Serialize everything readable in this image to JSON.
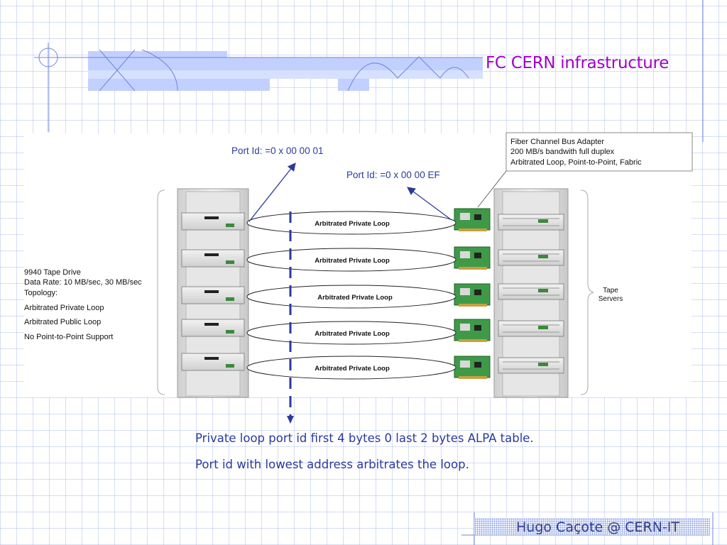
{
  "title": "FC CERN infrastructure",
  "footer": "Hugo Caçote @ CERN-IT",
  "port_labels": {
    "left": "Port Id: =0 x 00 00 01",
    "right": "Port Id: =0 x 00 00 EF"
  },
  "adapter_callout": {
    "line1": "Fiber Channel Bus Adapter",
    "line2": "200 MB/s bandwith full duplex",
    "line3": "Arbitrated Loop, Point-to-Point, Fabric"
  },
  "tape_drive_info": {
    "name": "9940 Tape Drive",
    "data_rate": "Data Rate: 10 MB/sec, 30 MB/sec",
    "topology": "Topology:",
    "topo1": "Arbitrated Private Loop",
    "topo2": "Arbitrated Public Loop",
    "topo3": "No Point-to-Point Support"
  },
  "tape_servers": {
    "line1": "Tape",
    "line2": "Servers"
  },
  "loop_labels": [
    "Arbitrated Private Loop",
    "Arbitrated Private Loop",
    "Arbitrated Private Loop",
    "Arbitrated Private Loop",
    "Arbitrated Private Loop"
  ],
  "notes": {
    "line1": "Private loop port id first 4 bytes 0 last 2 bytes ALPA table.",
    "line2": "Port id with lowest address arbitrates the loop."
  },
  "colors": {
    "title": "#a000c8",
    "accent_blue": "#2b3a9c",
    "card_green": "#2e8b3a",
    "decor": "#b8c8ff"
  }
}
